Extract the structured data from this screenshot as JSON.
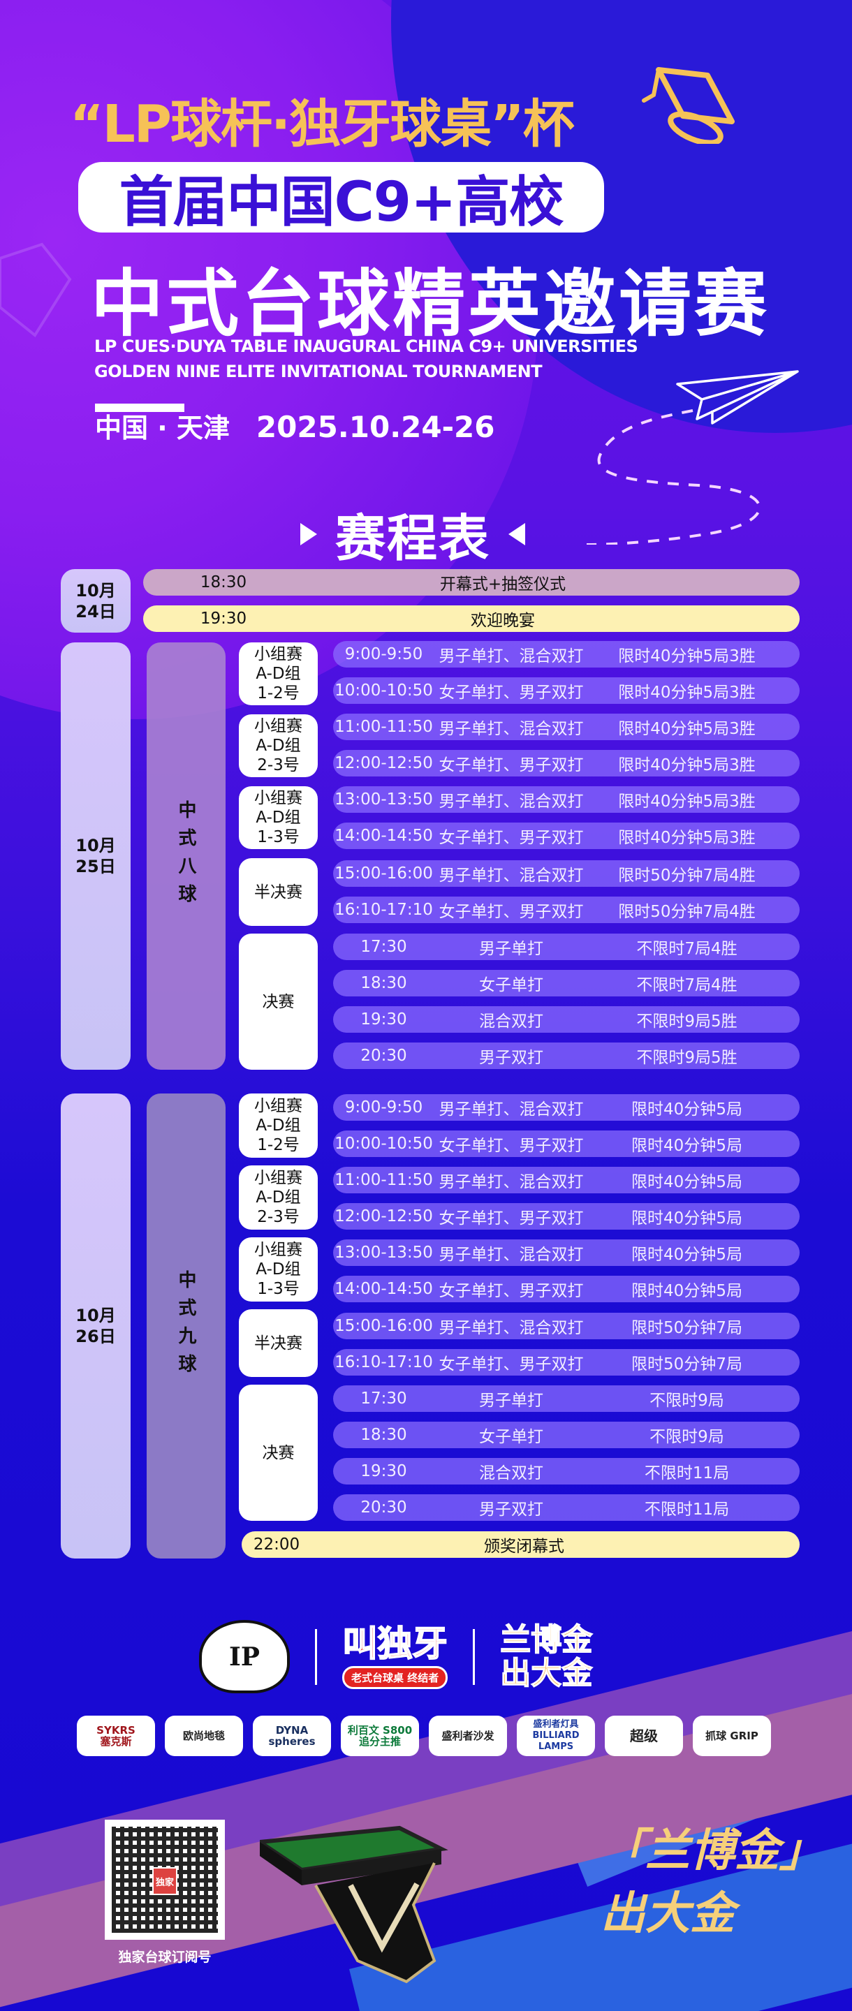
{
  "header": {
    "cup_title": "“LP球杆·独牙球桌”杯",
    "pill_title": "首届中国C9+高校",
    "main_title": "中式台球精英邀请赛",
    "english_line1": "LP CUES·DUYA TABLE INAUGURAL CHINA C9+ UNIVERSITIES",
    "english_line2": "GOLDEN NINE ELITE INVITATIONAL TOURNAMENT",
    "location": "中国 · 天津",
    "dates": "2025.10.24-26",
    "schedule_heading": "赛程表"
  },
  "colors": {
    "accent_yellow": "#f6c257",
    "background_blue": "#1a0fd6",
    "background_purple": "#7a18ea",
    "row_purple": "#8c6eff",
    "row_cream": "#fdf1b3",
    "row_mauve": "#cba6c8"
  },
  "day1": {
    "date": "10月\n24日",
    "rows": [
      {
        "time": "18:30",
        "event": "开幕式+抽签仪式"
      },
      {
        "time": "19:30",
        "event": "欢迎晚宴"
      }
    ]
  },
  "day2": {
    "date": "10月\n25日",
    "discipline": "中式八球",
    "stages": [
      {
        "label": "小组赛\nA-D组\n1-2号"
      },
      {
        "label": "小组赛\nA-D组\n2-3号"
      },
      {
        "label": "小组赛\nA-D组\n1-3号"
      },
      {
        "label": "半决赛"
      },
      {
        "label": "决赛"
      }
    ],
    "rows": [
      {
        "time": "9:00-9:50",
        "event": "男子单打、混合双打",
        "format": "限时40分钟5局3胜"
      },
      {
        "time": "10:00-10:50",
        "event": "女子单打、男子双打",
        "format": "限时40分钟5局3胜"
      },
      {
        "time": "11:00-11:50",
        "event": "男子单打、混合双打",
        "format": "限时40分钟5局3胜"
      },
      {
        "time": "12:00-12:50",
        "event": "女子单打、男子双打",
        "format": "限时40分钟5局3胜"
      },
      {
        "time": "13:00-13:50",
        "event": "男子单打、混合双打",
        "format": "限时40分钟5局3胜"
      },
      {
        "time": "14:00-14:50",
        "event": "女子单打、男子双打",
        "format": "限时40分钟5局3胜"
      },
      {
        "time": "15:00-16:00",
        "event": "男子单打、混合双打",
        "format": "限时50分钟7局4胜"
      },
      {
        "time": "16:10-17:10",
        "event": "女子单打、男子双打",
        "format": "限时50分钟7局4胜"
      },
      {
        "time": "17:30",
        "event": "男子单打",
        "format": "不限时7局4胜"
      },
      {
        "time": "18:30",
        "event": "女子单打",
        "format": "不限时7局4胜"
      },
      {
        "time": "19:30",
        "event": "混合双打",
        "format": "不限时9局5胜"
      },
      {
        "time": "20:30",
        "event": "男子双打",
        "format": "不限时9局5胜"
      }
    ]
  },
  "day3": {
    "date": "10月\n26日",
    "discipline": "中式九球",
    "stages": [
      {
        "label": "小组赛\nA-D组\n1-2号"
      },
      {
        "label": "小组赛\nA-D组\n2-3号"
      },
      {
        "label": "小组赛\nA-D组\n1-3号"
      },
      {
        "label": "半决赛"
      },
      {
        "label": "决赛"
      }
    ],
    "rows": [
      {
        "time": "9:00-9:50",
        "event": "男子单打、混合双打",
        "format": "限时40分钟5局"
      },
      {
        "time": "10:00-10:50",
        "event": "女子单打、男子双打",
        "format": "限时40分钟5局"
      },
      {
        "time": "11:00-11:50",
        "event": "男子单打、混合双打",
        "format": "限时40分钟5局"
      },
      {
        "time": "12:00-12:50",
        "event": "女子单打、男子双打",
        "format": "限时40分钟5局"
      },
      {
        "time": "13:00-13:50",
        "event": "男子单打、混合双打",
        "format": "限时40分钟5局"
      },
      {
        "time": "14:00-14:50",
        "event": "女子单打、男子双打",
        "format": "限时40分钟5局"
      },
      {
        "time": "15:00-16:00",
        "event": "男子单打、混合双打",
        "format": "限时50分钟7局"
      },
      {
        "time": "16:10-17:10",
        "event": "女子单打、男子双打",
        "format": "限时50分钟7局"
      },
      {
        "time": "17:30",
        "event": "男子单打",
        "format": "不限时9局"
      },
      {
        "time": "18:30",
        "event": "女子单打",
        "format": "不限时9局"
      },
      {
        "time": "19:30",
        "event": "混合双打",
        "format": "不限时11局"
      },
      {
        "time": "20:30",
        "event": "男子双打",
        "format": "不限时11局"
      }
    ],
    "closing": {
      "time": "22:00",
      "event": "颁奖闭幕式"
    }
  },
  "brands": {
    "lp_logo": "IP",
    "duya_big": "叫独牙",
    "duya_tag": "老式台球桌 终结者",
    "lanbojin": "兰博金\n出大金"
  },
  "sponsors": [
    {
      "name": "SYKRS\n塞克斯"
    },
    {
      "name": "欧尚地毯"
    },
    {
      "name": "DYNA spheres"
    },
    {
      "name": "利百文 S800\n追分主推"
    },
    {
      "name": "盛利者沙发"
    },
    {
      "name": "盛利者灯具\nBILLIARD LAMPS"
    },
    {
      "name": "超级"
    },
    {
      "name": "抓球 GRIP"
    }
  ],
  "footer": {
    "qr_badge": "独家",
    "qr_label": "独家台球订阅号",
    "slogan": "「兰博金」\n出大金"
  }
}
